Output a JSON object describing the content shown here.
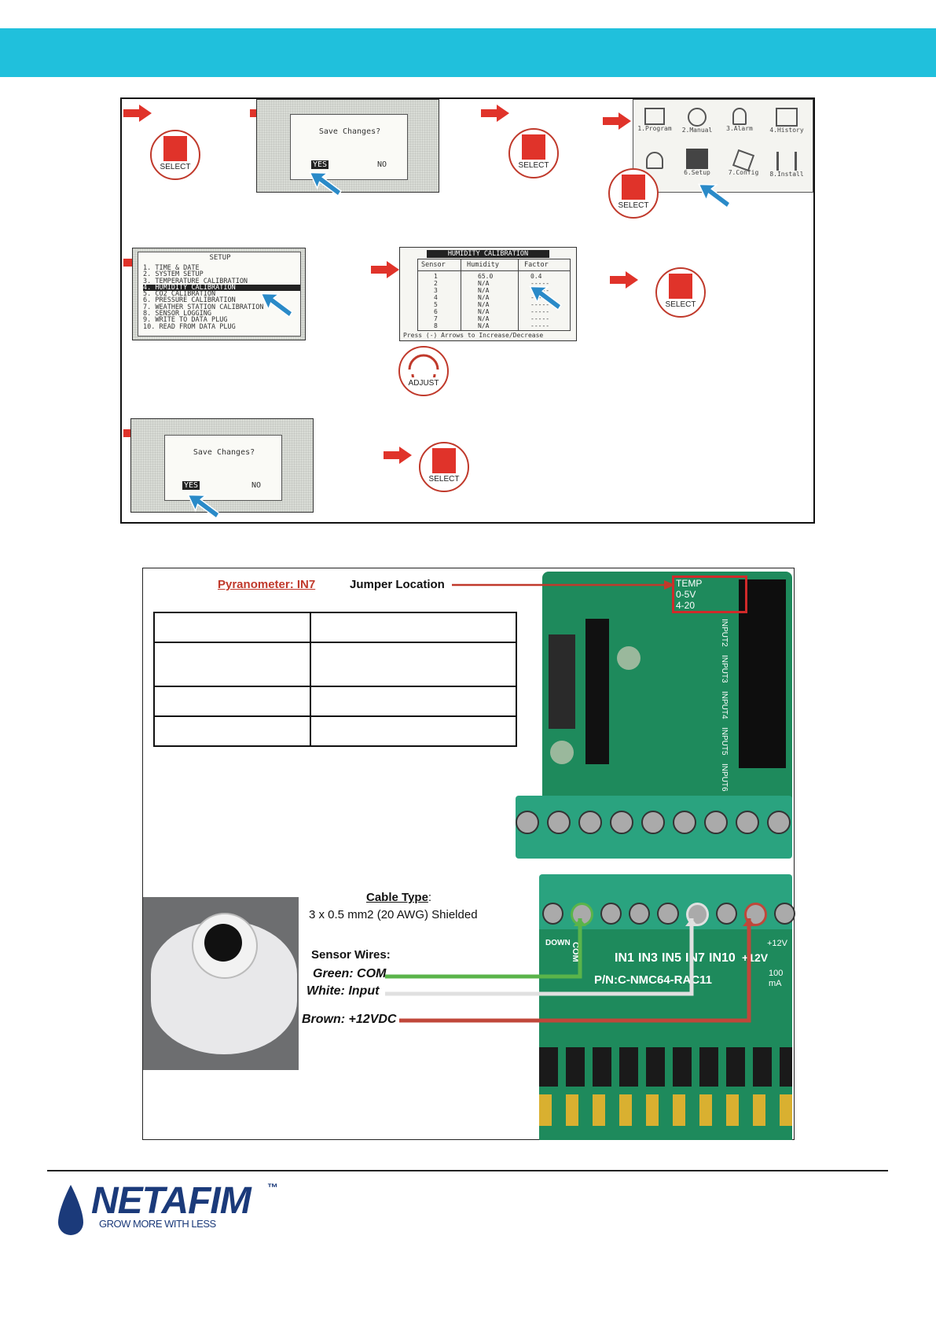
{
  "colors": {
    "band": "#20c0dc",
    "arrow_red": "#e0332a",
    "pointer_blue": "#2a8ac8",
    "select_red": "#e0332a",
    "wire_green": "#5ab44a",
    "wire_white": "#e0e0e0",
    "wire_brown": "#c0473a"
  },
  "icons": {
    "arrow": "red-right-arrow",
    "pointer": "blue-pointer-arrow",
    "select": "select-button-icon",
    "adjust": "adjust-knob-icon"
  },
  "buttons": {
    "select": "SELECT",
    "adjust": "ADJUST"
  },
  "dialog": {
    "question": "Save Changes?",
    "yes": "YES",
    "no": "NO"
  },
  "menu": {
    "items": [
      "1.Program",
      "2.Manual",
      "3.Alarm",
      "4.History",
      "",
      "6.Setup",
      "7.Config",
      "8.Install"
    ]
  },
  "setup": {
    "title": "SETUP",
    "items": [
      "1. TIME & DATE",
      "2. SYSTEM SETUP",
      "3. TEMPERATURE CALIBRATION",
      "4. HUMIDITY CALIBRATION",
      "5. CO2 CALIBRATION",
      "6. PRESSURE CALIBRATION",
      "7. WEATHER STATION CALIBRATION",
      "8. SENSOR LOGGING",
      "9. WRITE TO DATA PLUG",
      "10. READ FROM DATA PLUG"
    ],
    "selected": 3
  },
  "humidity": {
    "title": "HUMIDITY CALIBRATION",
    "headers": [
      "Sensor",
      "Humidity",
      "Factor"
    ],
    "rows": [
      [
        "1",
        "65.0",
        "0.4"
      ],
      [
        "2",
        "N/A",
        "-----"
      ],
      [
        "3",
        "N/A",
        "-----"
      ],
      [
        "4",
        "N/A",
        "-----"
      ],
      [
        "5",
        "N/A",
        "-----"
      ],
      [
        "6",
        "N/A",
        "-----"
      ],
      [
        "7",
        "N/A",
        "-----"
      ],
      [
        "8",
        "N/A",
        "-----"
      ]
    ],
    "footer": "Press (-) Arrows to Increase/Decrease"
  },
  "wiring": {
    "title": "Pyranometer: IN7",
    "jumper": "Jumper Location",
    "jumper_labels": [
      "TEMP",
      "0-5V",
      "4-20"
    ],
    "input_labels": [
      "INPUT2",
      "INPUT3",
      "INPUT4",
      "INPUT5",
      "INPUT6"
    ],
    "table_rows": [
      [
        "",
        ""
      ],
      [
        "",
        ""
      ],
      [
        "",
        ""
      ],
      [
        "",
        ""
      ]
    ],
    "cable_heading": "Cable Type",
    "cable_colon": ":",
    "cable_value": "3 x 0.5 mm2 (20 AWG) Shielded",
    "sensor_heading": "Sensor Wires:",
    "wires": [
      {
        "label": "Green: COM"
      },
      {
        "label": "White: Input"
      },
      {
        "label": "Brown: +12VDC"
      }
    ],
    "board_labels": [
      "DOWN",
      "COM",
      "IN1",
      "IN3",
      "IN5",
      "IN7",
      "IN10",
      "+12V",
      "+12V",
      "100",
      "mA"
    ],
    "board_pn": "P/N:C-NMC64-RAC11"
  },
  "footer": {
    "brand": "NETAFIM",
    "tm": "™",
    "tagline": "GROW MORE WITH LESS"
  }
}
